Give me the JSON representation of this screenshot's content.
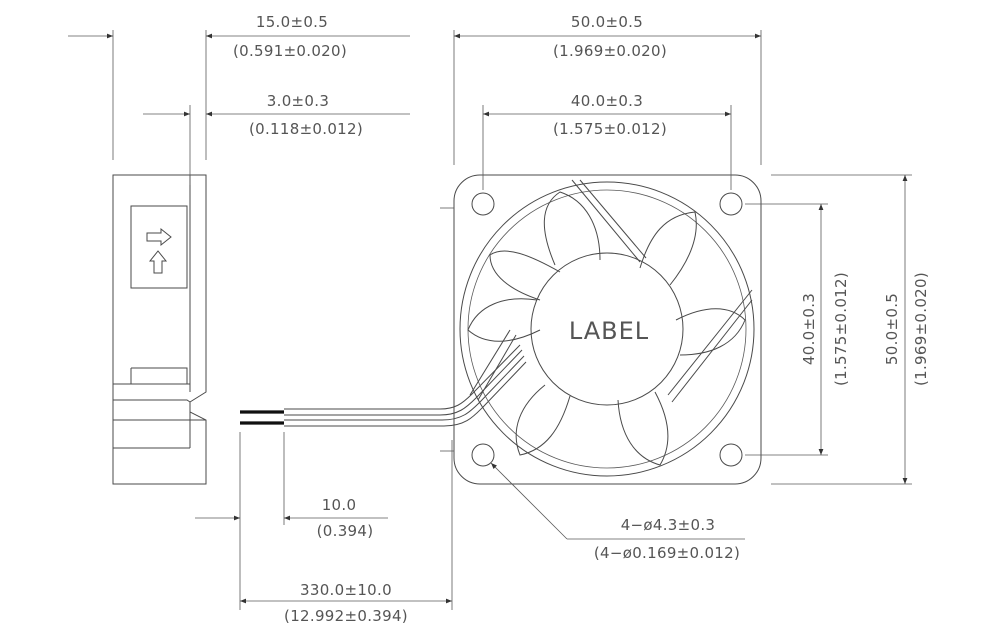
{
  "side_view": {
    "width_mm": "15.0±0.5",
    "width_in": "(0.591±0.020)",
    "flange_mm": "3.0±0.3",
    "flange_in": "(0.118±0.012)"
  },
  "front_view": {
    "outer_width_mm": "50.0±0.5",
    "outer_width_in": "(1.969±0.020)",
    "hole_spacing_mm": "40.0±0.3",
    "hole_spacing_in": "(1.575±0.012)",
    "outer_height_mm": "50.0±0.5",
    "outer_height_in": "(1.969±0.020)",
    "hole_spacing_v_mm": "40.0±0.3",
    "hole_spacing_v_in": "(1.575±0.012)",
    "hub_label": "LABEL"
  },
  "holes": {
    "spec_mm": "4−ø4.3±0.3",
    "spec_in": "(4−ø0.169±0.012)"
  },
  "leads": {
    "strip_mm": "10.0",
    "strip_in": "(0.394)",
    "length_mm": "330.0±10.0",
    "length_in": "(12.992±0.394)"
  }
}
